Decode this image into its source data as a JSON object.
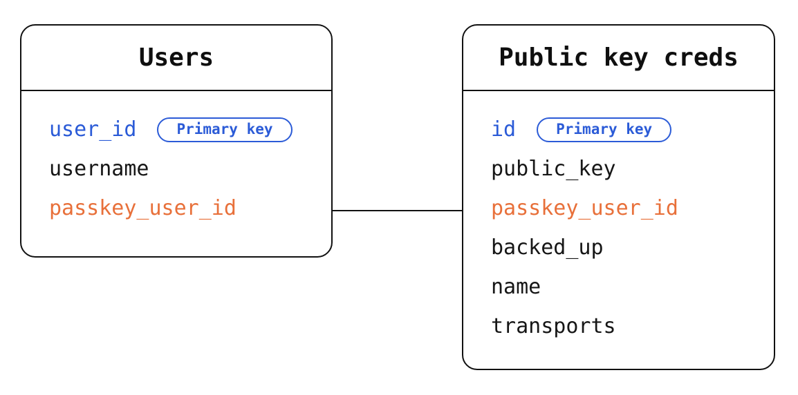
{
  "diagram": {
    "entities": [
      {
        "title": "Users",
        "fields": [
          {
            "name": "user_id",
            "role": "primary-key",
            "badge": "Primary key"
          },
          {
            "name": "username",
            "role": "regular"
          },
          {
            "name": "passkey_user_id",
            "role": "foreign-key"
          }
        ]
      },
      {
        "title": "Public key creds",
        "fields": [
          {
            "name": "id",
            "role": "primary-key",
            "badge": "Primary key"
          },
          {
            "name": "public_key",
            "role": "regular"
          },
          {
            "name": "passkey_user_id",
            "role": "foreign-key"
          },
          {
            "name": "backed_up",
            "role": "regular"
          },
          {
            "name": "name",
            "role": "regular"
          },
          {
            "name": "transports",
            "role": "regular"
          }
        ]
      }
    ],
    "relationship": {
      "from": "Users.passkey_user_id",
      "to": "Public key creds.passkey_user_id"
    },
    "colors": {
      "primary_key_blue": "#2b5bd7",
      "highlight_orange": "#e8703a",
      "line_black": "#111111",
      "background": "#ffffff"
    }
  }
}
